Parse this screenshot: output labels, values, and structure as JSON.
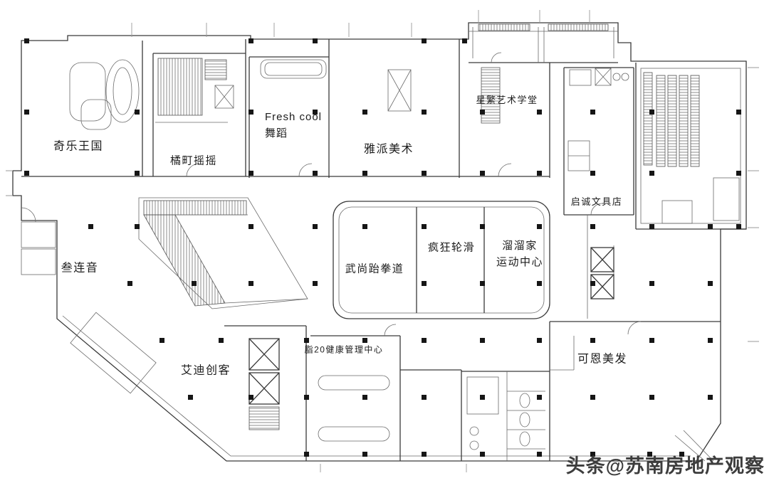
{
  "colors": {
    "background": "#ffffff",
    "wall_line": "#3a3a3a",
    "light_line": "#6a6a6a",
    "column": "#161616",
    "label_text": "#1c1c1c",
    "watermark_text": "#3d3d3d"
  },
  "plan": {
    "labels": [
      {
        "id": "qile-kingdom",
        "text": "奇乐王国"
      },
      {
        "id": "juting-yaoyao",
        "text": "橘町摇摇"
      },
      {
        "id": "fresh-cool-dance",
        "text": "Fresh cool\n舞蹈"
      },
      {
        "id": "yapai-art",
        "text": "雅派美术"
      },
      {
        "id": "xingfan-art-school",
        "text": "星繁艺术学堂"
      },
      {
        "id": "qicheng-stationery",
        "text": "启诚文具店"
      },
      {
        "id": "sanlianyin",
        "text": "叁连音"
      },
      {
        "id": "wushang-taekwondo",
        "text": "武尚跆拳道"
      },
      {
        "id": "crazy-roller-skating",
        "text": "疯狂轮滑"
      },
      {
        "id": "liuliujia-sports-center",
        "text": "溜溜家\n运动中心"
      },
      {
        "id": "aidi-maker",
        "text": "艾迪创客"
      },
      {
        "id": "zhi20-health-center",
        "text": "脂20健康管理中心"
      },
      {
        "id": "keen-hair",
        "text": "可恩美发"
      }
    ],
    "watermark": {
      "text": "头条@苏南房地产观察"
    }
  }
}
